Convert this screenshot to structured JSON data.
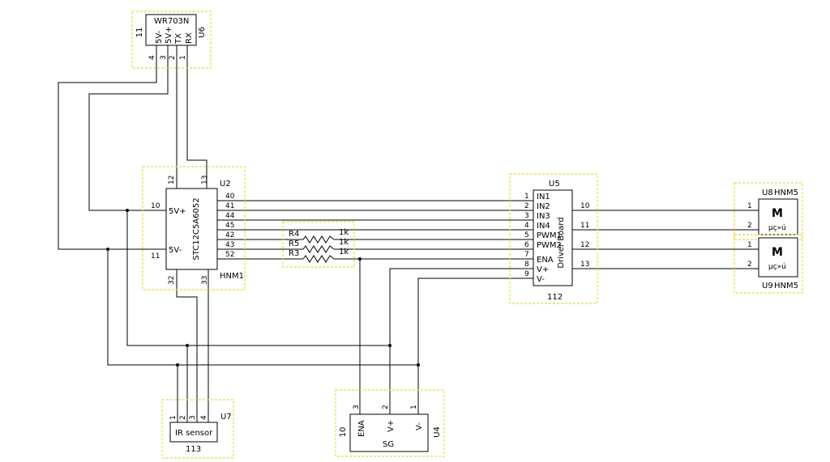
{
  "wr703n": {
    "name": "WR703N",
    "ref": "U6",
    "num": "11",
    "pins": [
      "5V-",
      "5V+",
      "TX",
      "RX"
    ],
    "pin_nums": [
      "4",
      "3",
      "2",
      "1"
    ]
  },
  "mcu": {
    "name": "STC12C5A6052",
    "ref": "U2",
    "footer": "HNM1",
    "left_pins": [
      "5V+",
      "5V-"
    ],
    "left_nums": [
      "10",
      "11"
    ],
    "top_nums": [
      "12",
      "13"
    ],
    "bottom_nums": [
      "32",
      "33"
    ],
    "right_nums": [
      "40",
      "41",
      "44",
      "45",
      "42",
      "43",
      "52"
    ]
  },
  "resistors": [
    {
      "name": "R4",
      "value": "1k"
    },
    {
      "name": "R5",
      "value": "1k"
    },
    {
      "name": "R3",
      "value": "1k"
    }
  ],
  "driver": {
    "name": "Driver Board",
    "ref": "U5",
    "footer": "112",
    "pins": [
      "IN1",
      "IN2",
      "IN3",
      "IN4",
      "PWM1",
      "PWM2",
      "ENA",
      "V+",
      "V-"
    ],
    "pin_nums": [
      "1",
      "2",
      "3",
      "4",
      "5",
      "6",
      "7",
      "8",
      "9"
    ],
    "out_nums": [
      "10",
      "11",
      "12",
      "13"
    ]
  },
  "motors": [
    {
      "ref": "U8",
      "name": "HNM5",
      "symbol": "M",
      "sub": "μç»ú",
      "pins": [
        "1",
        "2"
      ]
    },
    {
      "ref": "U9",
      "name": "HNM5",
      "symbol": "M",
      "sub": "μç»ú",
      "pins": [
        "1",
        "2"
      ]
    }
  ],
  "ir": {
    "name": "IR sensor",
    "ref": "U7",
    "footer": "113",
    "pins": [
      "1",
      "2",
      "3",
      "4"
    ]
  },
  "servo": {
    "name": "SG",
    "ref": "U4",
    "num": "10",
    "pins": [
      "ENA",
      "V+",
      "V-"
    ],
    "pin_nums": [
      "3",
      "2",
      "1"
    ]
  }
}
